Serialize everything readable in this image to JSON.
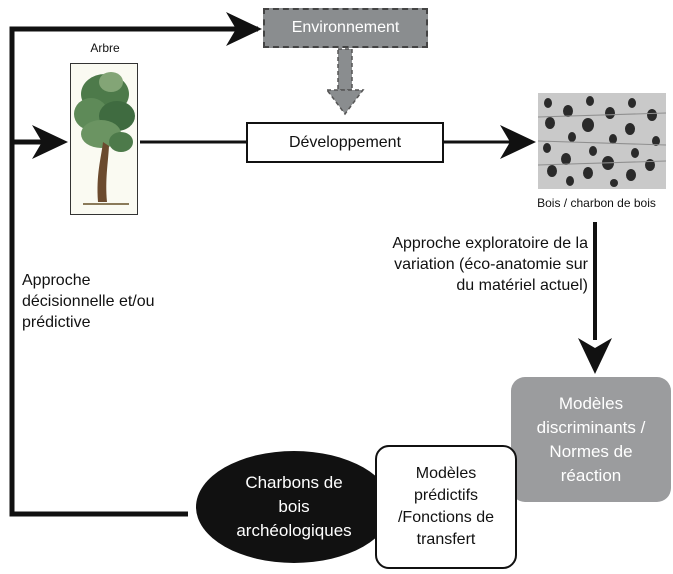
{
  "environment": {
    "label": "Environnement"
  },
  "development": {
    "label": "Développement"
  },
  "tree": {
    "label": "Arbre"
  },
  "wood": {
    "caption": "Bois / charbon de bois"
  },
  "exploratory": {
    "text": "Approche exploratoire de la variation (éco-anatomie sur du matériel actuel)"
  },
  "decisional": {
    "text": "Approche décisionnelle et/ou prédictive"
  },
  "discriminant_models": {
    "label": "Modèles\ndiscriminants /\nNormes de\nréaction"
  },
  "predictive_models": {
    "label": "Modèles\nprédictifs\n/Fonctions de\ntransfert"
  },
  "archaeological_charcoal": {
    "label": "Charbons de\nbois\narchéologiques"
  },
  "colors": {
    "dark": "#111111",
    "gray_box": "#9b9c9e",
    "env_box": "#8a8d8f"
  }
}
